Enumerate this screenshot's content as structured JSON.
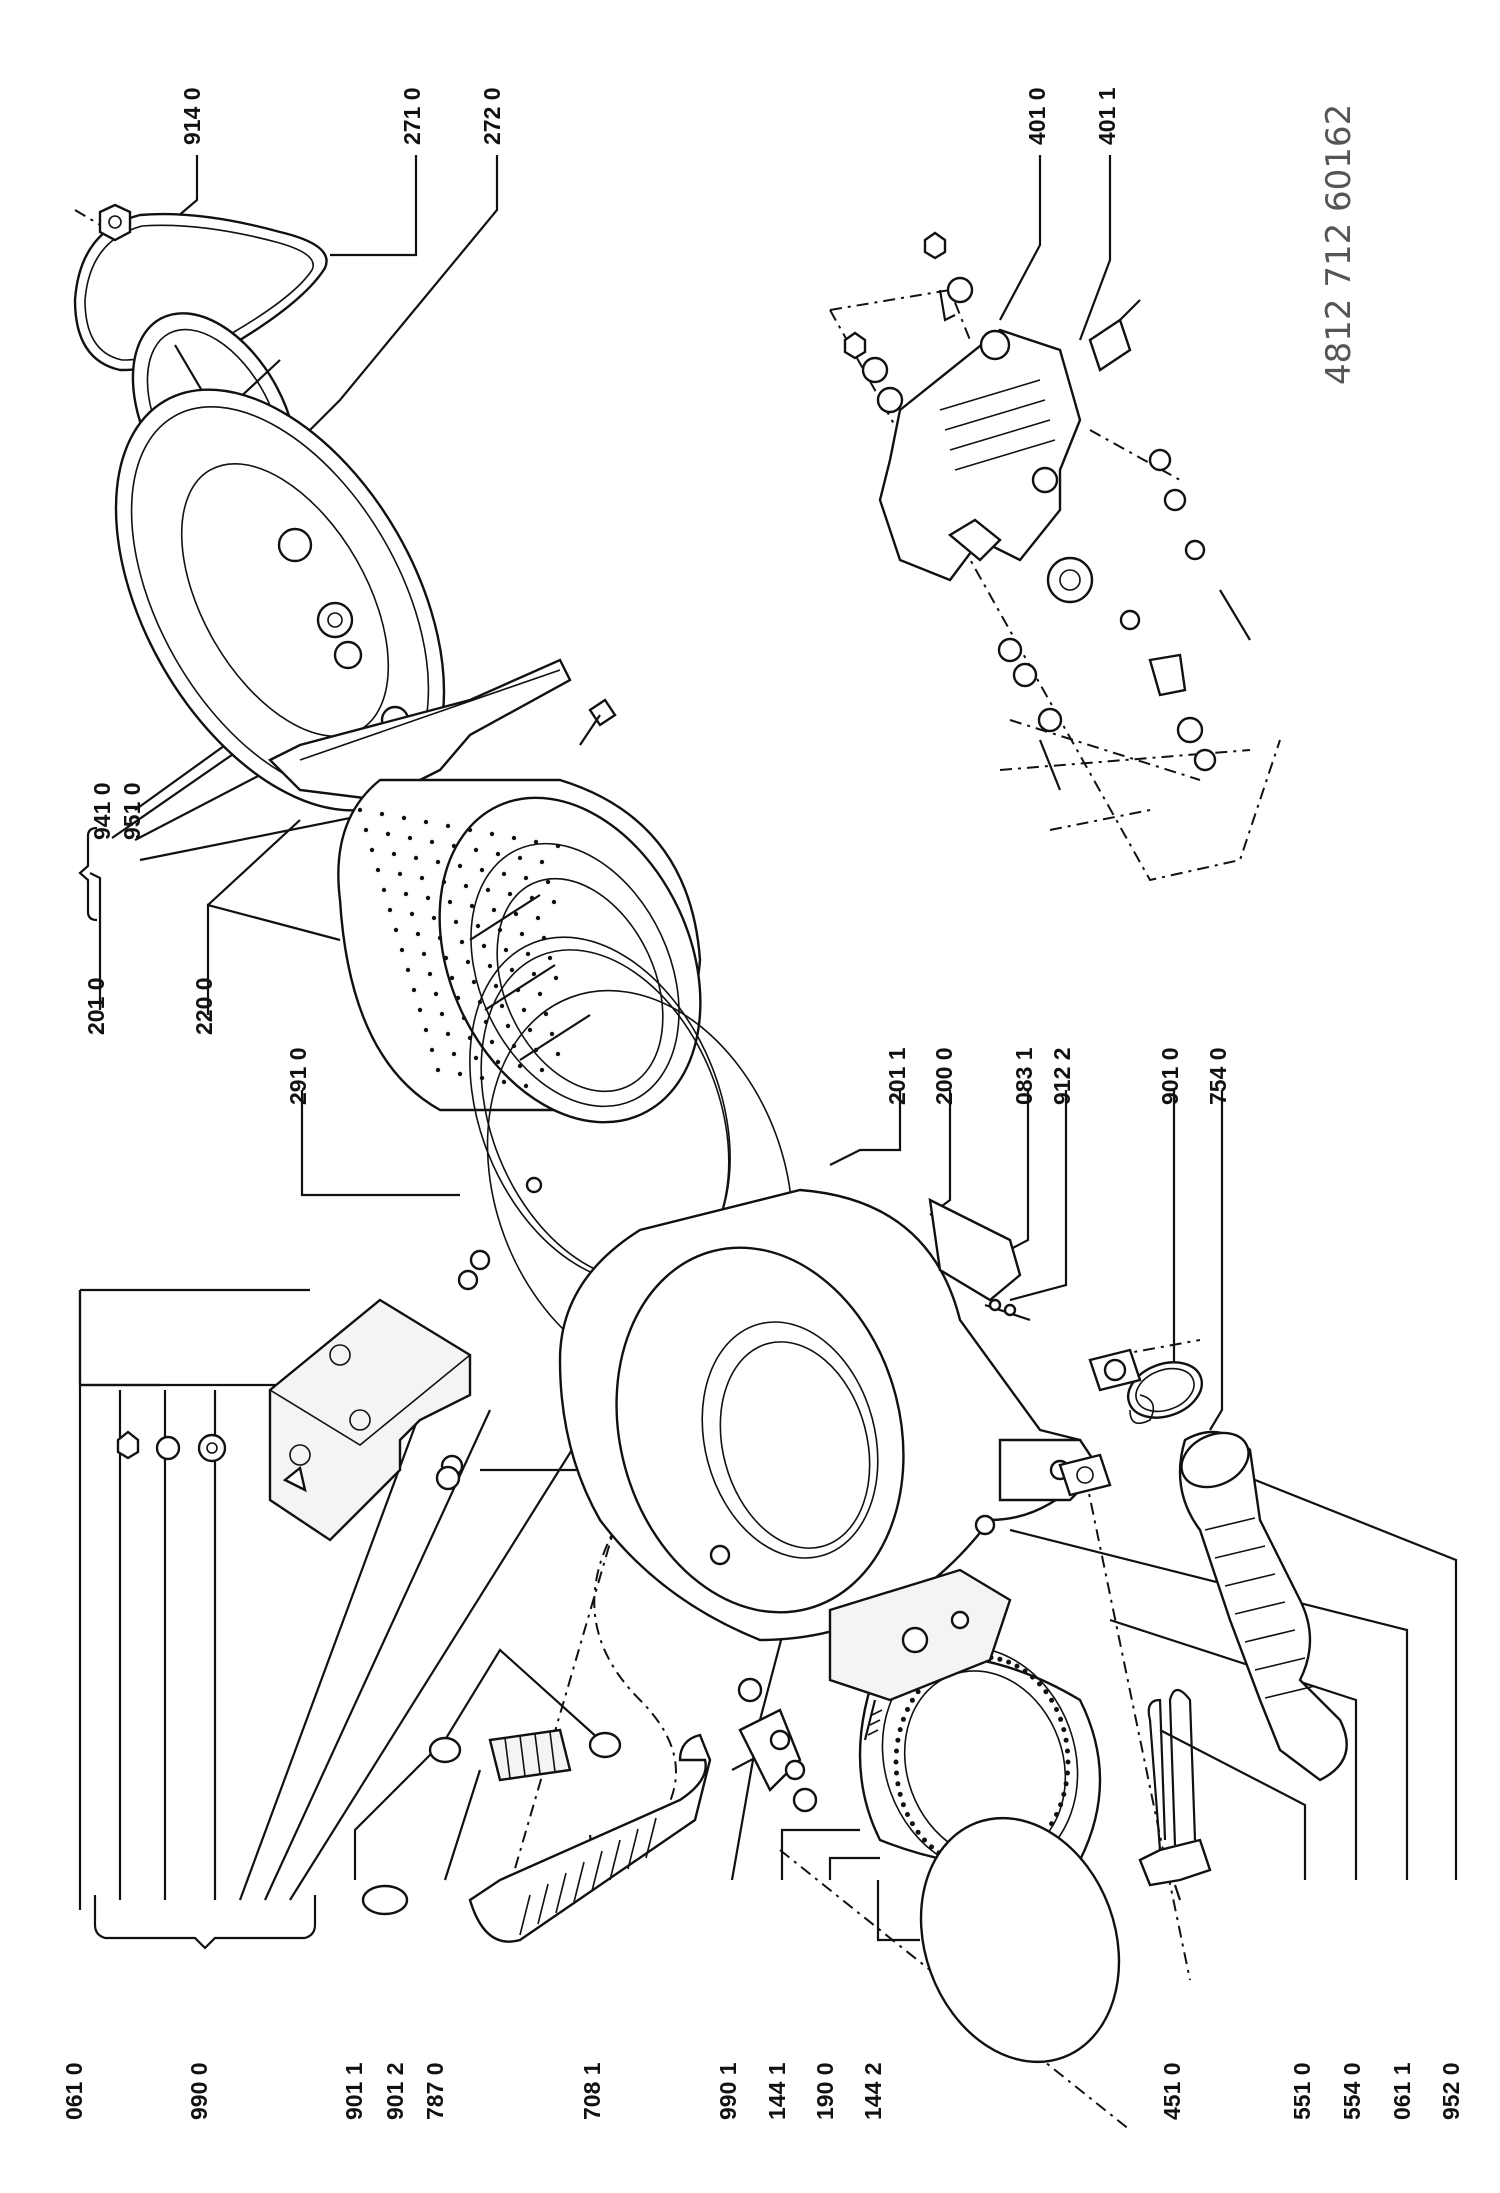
{
  "document_number": "4812 712 60162",
  "labels_left": [
    {
      "id": "061_0",
      "text": "061 0"
    },
    {
      "id": "990_0",
      "text": "990 0"
    },
    {
      "id": "901_1",
      "text": "901 1"
    },
    {
      "id": "901_2",
      "text": "901 2"
    },
    {
      "id": "787_0",
      "text": "787 0"
    },
    {
      "id": "708_1",
      "text": "708 1"
    },
    {
      "id": "990_1",
      "text": "990 1"
    },
    {
      "id": "144_1",
      "text": "144 1"
    },
    {
      "id": "190_0",
      "text": "190 0"
    },
    {
      "id": "144_2",
      "text": "144 2"
    },
    {
      "id": "451_0",
      "text": "451 0"
    },
    {
      "id": "551_0",
      "text": "551 0"
    },
    {
      "id": "554_0",
      "text": "554 0"
    },
    {
      "id": "061_1",
      "text": "061 1"
    },
    {
      "id": "952_0",
      "text": "952 0"
    }
  ],
  "labels_middle": [
    {
      "id": "201_0",
      "text": "201 0"
    },
    {
      "id": "941_0",
      "text": "941 0"
    },
    {
      "id": "951_0",
      "text": "951 0"
    },
    {
      "id": "220_0",
      "text": "220 0"
    },
    {
      "id": "291_0",
      "text": "291 0"
    },
    {
      "id": "201_1",
      "text": "201 1"
    },
    {
      "id": "200_0",
      "text": "200 0"
    },
    {
      "id": "083_1",
      "text": "083 1"
    },
    {
      "id": "912_2",
      "text": "912 2"
    },
    {
      "id": "901_0",
      "text": "901 0"
    },
    {
      "id": "754_0",
      "text": "754 0"
    }
  ],
  "labels_top": [
    {
      "id": "914_0",
      "text": "914 0"
    },
    {
      "id": "271_0",
      "text": "271 0"
    },
    {
      "id": "272_0",
      "text": "272 0"
    },
    {
      "id": "401_0",
      "text": "401 0"
    },
    {
      "id": "401_1",
      "text": "401 1"
    }
  ]
}
